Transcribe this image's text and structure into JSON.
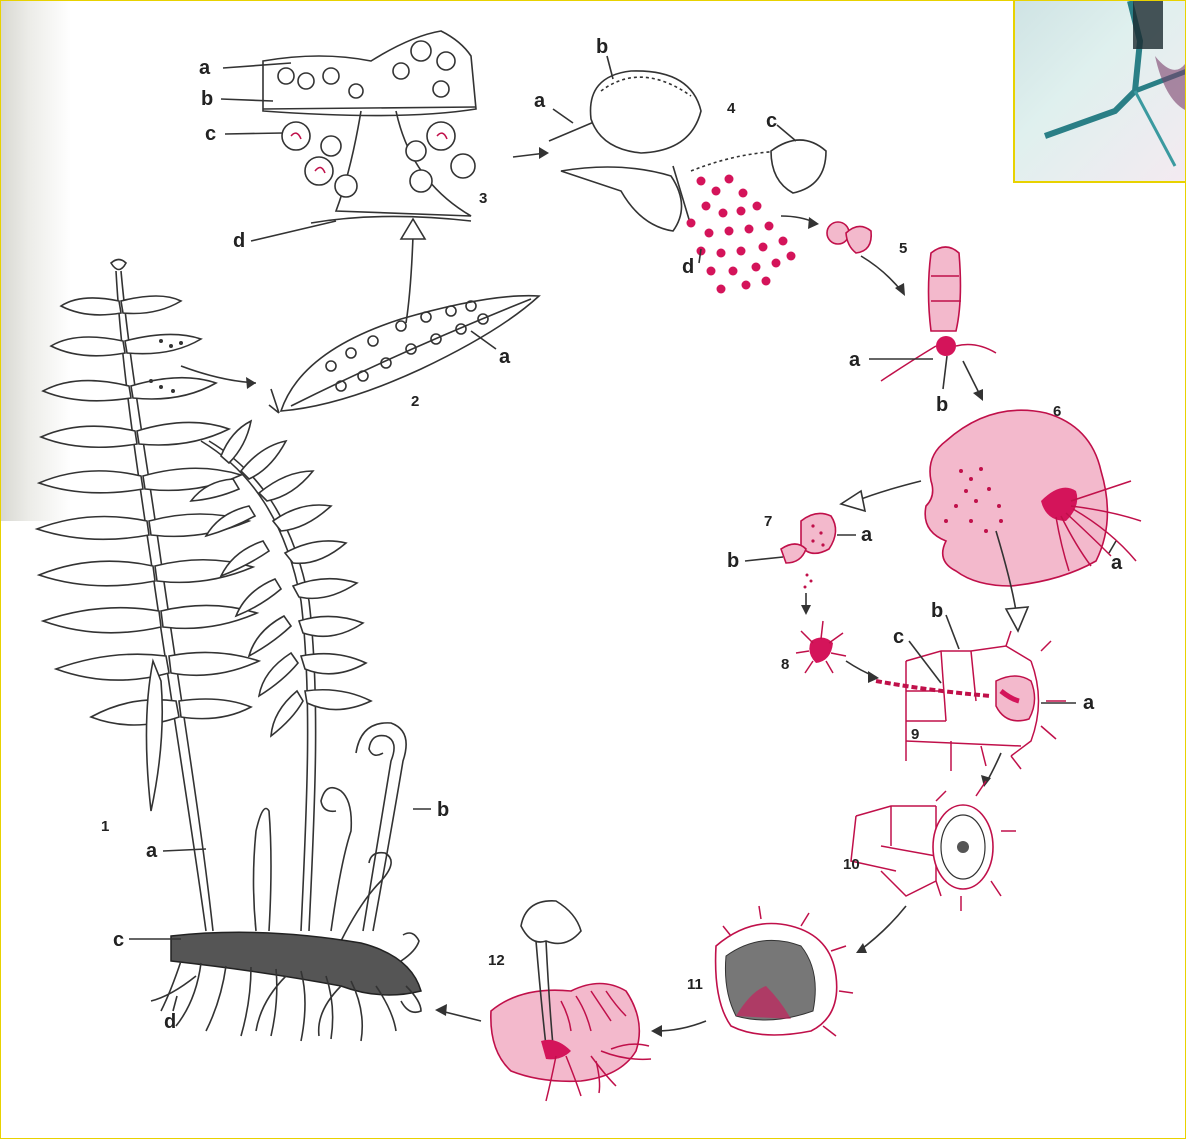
{
  "stage_numbers": [
    "1",
    "2",
    "3",
    "4",
    "5",
    "6",
    "7",
    "8",
    "9",
    "10",
    "11",
    "12"
  ],
  "labels": {
    "s1": {
      "a": "a",
      "b": "b",
      "c": "c",
      "d": "d"
    },
    "s2": {
      "a": "a"
    },
    "s3": {
      "a": "a",
      "b": "b",
      "c": "c",
      "d": "d"
    },
    "s4": {
      "a": "a",
      "b": "b",
      "c": "c",
      "d": "d"
    },
    "s5": {
      "a": "a",
      "b": "b"
    },
    "s6": {
      "a": "a"
    },
    "s7": {
      "a": "a",
      "b": "b"
    },
    "s9": {
      "a": "a",
      "b": "b",
      "c": "c"
    }
  },
  "colors": {
    "pink_fill": "#f3b9cc",
    "pink_line": "#c0104a",
    "ink": "#333333",
    "frame": "#e8d200"
  }
}
